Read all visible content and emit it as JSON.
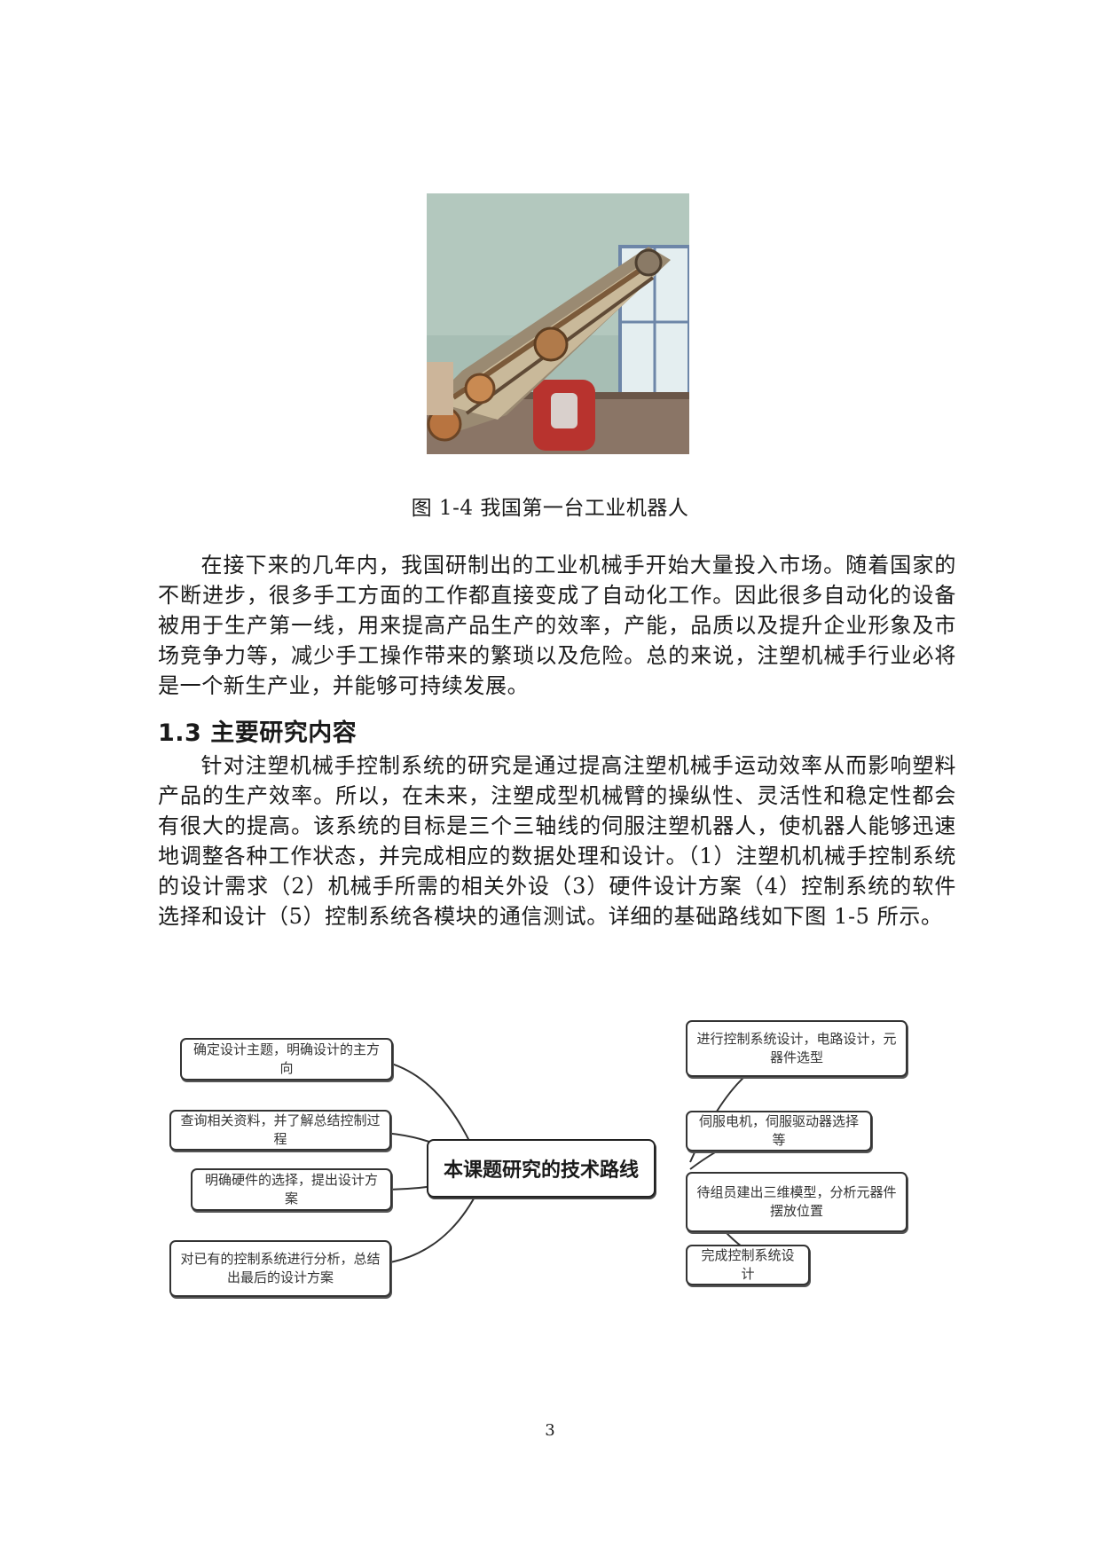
{
  "figure": {
    "caption": "图 1-4 我国第一台工业机器人"
  },
  "paragraph1": "在接下来的几年内，我国研制出的工业机械手开始大量投入市场。随着国家的不断进步，很多手工方面的工作都直接变成了自动化工作。因此很多自动化的设备被用于生产第一线，用来提高产品生产的效率，产能，品质以及提升企业形象及市场竞争力等，减少手工操作带来的繁琐以及危险。总的来说，注塑机械手行业必将是一个新生产业，并能够可持续发展。",
  "section": {
    "heading": "1.3 主要研究内容"
  },
  "paragraph2": "针对注塑机械手控制系统的研究是通过提高注塑机械手运动效率从而影响塑料产品的生产效率。所以，在未来，注塑成型机械臂的操纵性、灵活性和稳定性都会有很大的提高。该系统的目标是三个三轴线的伺服注塑机器人，使机器人能够迅速地调整各种工作状态，并完成相应的数据处理和设计。（1）注塑机机械手控制系统的设计需求（2）机械手所需的相关外设（3）硬件设计方案（4）控制系统的软件选择和设计（5）控制系统各模块的通信测试。详细的基础路线如下图 1-5 所示。",
  "mindmap": {
    "center": "本课题研究的技术路线",
    "left": [
      "确定设计主题，明确设计的主方向",
      "查询相关资料，并了解总结控制过程",
      "明确硬件的选择，提出设计方案",
      "对已有的控制系统进行分析，总结出最后的设计方案"
    ],
    "right": [
      "进行控制系统设计，电路设计，元器件选型",
      "伺服电机，伺服驱动器选择等",
      "待组员建出三维模型，分析元器件摆放位置",
      "完成控制系统设计"
    ]
  },
  "page_number": "3"
}
